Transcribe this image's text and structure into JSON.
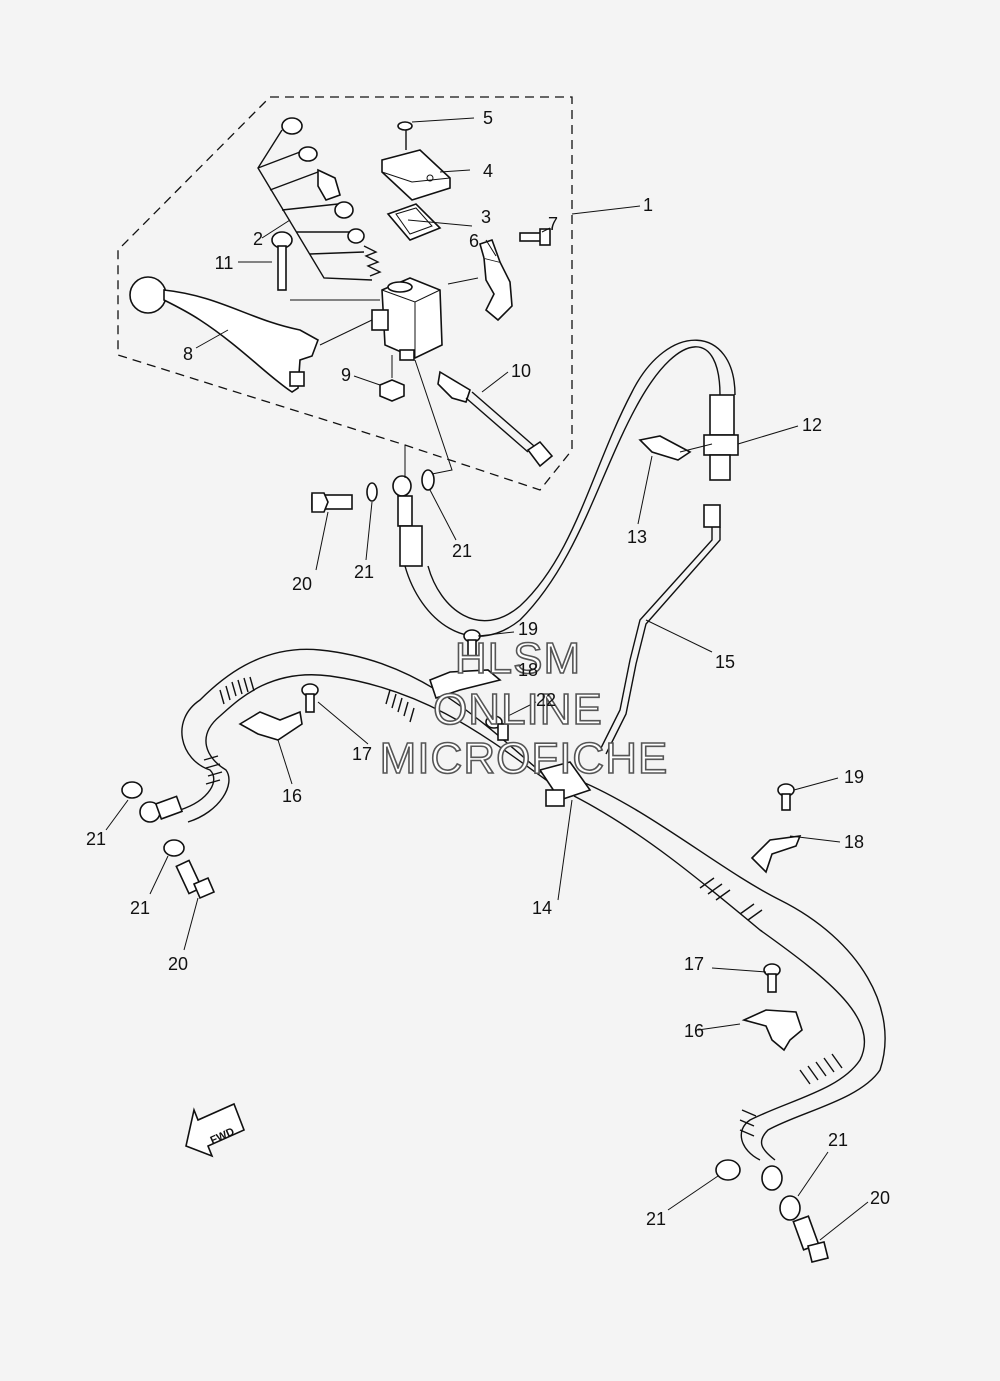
{
  "watermark": {
    "line1": "HLSM",
    "line2": "ONLINE",
    "line3": "MICROFICHE"
  },
  "direction_arrow": {
    "label": "FWD"
  },
  "callouts": [
    {
      "id": "c-1",
      "text": "1"
    },
    {
      "id": "c-2",
      "text": "2"
    },
    {
      "id": "c-3",
      "text": "3"
    },
    {
      "id": "c-4",
      "text": "4"
    },
    {
      "id": "c-5",
      "text": "5"
    },
    {
      "id": "c-6",
      "text": "6"
    },
    {
      "id": "c-7",
      "text": "7"
    },
    {
      "id": "c-8",
      "text": "8"
    },
    {
      "id": "c-9",
      "text": "9"
    },
    {
      "id": "c-10",
      "text": "10"
    },
    {
      "id": "c-11",
      "text": "11"
    },
    {
      "id": "c-12",
      "text": "12"
    },
    {
      "id": "c-13",
      "text": "13"
    },
    {
      "id": "c-14",
      "text": "14"
    },
    {
      "id": "c-15",
      "text": "15"
    },
    {
      "id": "c-16a",
      "text": "16"
    },
    {
      "id": "c-16b",
      "text": "16"
    },
    {
      "id": "c-17a",
      "text": "17"
    },
    {
      "id": "c-17b",
      "text": "17"
    },
    {
      "id": "c-18a",
      "text": "18"
    },
    {
      "id": "c-18b",
      "text": "18"
    },
    {
      "id": "c-19a",
      "text": "19"
    },
    {
      "id": "c-19b",
      "text": "19"
    },
    {
      "id": "c-20a",
      "text": "20"
    },
    {
      "id": "c-20b",
      "text": "20"
    },
    {
      "id": "c-20c",
      "text": "20"
    },
    {
      "id": "c-21a",
      "text": "21"
    },
    {
      "id": "c-21b",
      "text": "21"
    },
    {
      "id": "c-21c",
      "text": "21"
    },
    {
      "id": "c-21d",
      "text": "21"
    },
    {
      "id": "c-21e",
      "text": "21"
    },
    {
      "id": "c-21f",
      "text": "21"
    },
    {
      "id": "c-22",
      "text": "22"
    }
  ]
}
